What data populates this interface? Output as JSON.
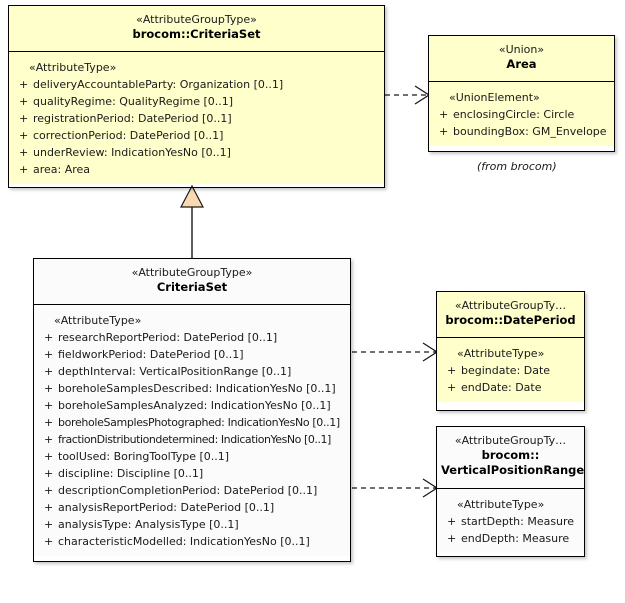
{
  "diagram": {
    "type": "uml-class-diagram",
    "background": "#ffffff",
    "colors": {
      "fill_yellow": "#ffffcc",
      "fill_white": "#fbfbfb",
      "border": "#000000",
      "generalization_triangle": "#fad9b0",
      "text": "#1a1a1a"
    }
  },
  "classes": {
    "brocom_criteriaset": {
      "stereotype": "«AttributeGroupType»",
      "name": "brocom::CriteriaSet",
      "group_stereotype": "«AttributeType»",
      "attributes": [
        {
          "visibility": "+",
          "text": "deliveryAccountableParty: Organization [0..1]"
        },
        {
          "visibility": "+",
          "text": "qualityRegime: QualityRegime [0..1]"
        },
        {
          "visibility": "+",
          "text": "registrationPeriod: DatePeriod [0..1]"
        },
        {
          "visibility": "+",
          "text": "correctionPeriod: DatePeriod [0..1]"
        },
        {
          "visibility": "+",
          "text": "underReview: IndicationYesNo [0..1]"
        },
        {
          "visibility": "+",
          "text": "area: Area"
        }
      ]
    },
    "area": {
      "stereotype": "«Union»",
      "name": "Area",
      "group_stereotype": "«UnionElement»",
      "attributes": [
        {
          "visibility": "+",
          "text": "enclosingCircle: Circle"
        },
        {
          "visibility": "+",
          "text": "boundingBox: GM_Envelope"
        }
      ],
      "caption": "(from brocom)"
    },
    "criteriaset": {
      "stereotype": "«AttributeGroupType»",
      "name": "CriteriaSet",
      "group_stereotype": "«AttributeType»",
      "attributes": [
        {
          "visibility": "+",
          "text": "researchReportPeriod: DatePeriod [0..1]"
        },
        {
          "visibility": "+",
          "text": "fieldworkPeriod: DatePeriod [0..1]"
        },
        {
          "visibility": "+",
          "text": "depthInterval: VerticalPositionRange [0..1]"
        },
        {
          "visibility": "+",
          "text": "boreholeSamplesDescribed: IndicationYesNo [0..1]"
        },
        {
          "visibility": "+",
          "text": "boreholeSamplesAnalyzed: IndicationYesNo [0..1]"
        },
        {
          "visibility": "+",
          "text": "boreholeSamplesPhotographed: IndicationYesNo [0..1]"
        },
        {
          "visibility": "+",
          "text": "fractionDistributiondetermined: IndicationYesNo [0..1]"
        },
        {
          "visibility": "+",
          "text": "toolUsed: BoringToolType [0..1]"
        },
        {
          "visibility": "+",
          "text": "discipline: Discipline [0..1]"
        },
        {
          "visibility": "+",
          "text": "descriptionCompletionPeriod: DatePeriod [0..1]"
        },
        {
          "visibility": "+",
          "text": "analysisReportPeriod: DatePeriod [0..1]"
        },
        {
          "visibility": "+",
          "text": "analysisType: AnalysisType [0..1]"
        },
        {
          "visibility": "+",
          "text": "characteristicModelled: IndicationYesNo [0..1]"
        }
      ]
    },
    "dateperiod": {
      "stereotype": "«AttributeGroupTy…",
      "name": "brocom::DatePeriod",
      "group_stereotype": "«AttributeType»",
      "attributes": [
        {
          "visibility": "+",
          "text": "begindate: Date"
        },
        {
          "visibility": "+",
          "text": "endDate: Date"
        }
      ]
    },
    "verticalpositionrange": {
      "stereotype": "«AttributeGroupTy…",
      "name_line1": "brocom::",
      "name_line2": "VerticalPositionRange",
      "group_stereotype": "«AttributeType»",
      "attributes": [
        {
          "visibility": "+",
          "text": "startDepth: Measure"
        },
        {
          "visibility": "+",
          "text": "endDepth: Measure"
        }
      ]
    }
  },
  "connectors": [
    {
      "kind": "dependency",
      "from": "brocom_criteriaset",
      "to": "area",
      "style": "dashed-open-arrow"
    },
    {
      "kind": "generalization",
      "from": "criteriaset",
      "to": "brocom_criteriaset",
      "style": "solid-hollow-triangle"
    },
    {
      "kind": "dependency",
      "from": "criteriaset",
      "to": "dateperiod",
      "style": "dashed-open-arrow"
    },
    {
      "kind": "dependency",
      "from": "criteriaset",
      "to": "verticalpositionrange",
      "style": "dashed-open-arrow"
    }
  ]
}
